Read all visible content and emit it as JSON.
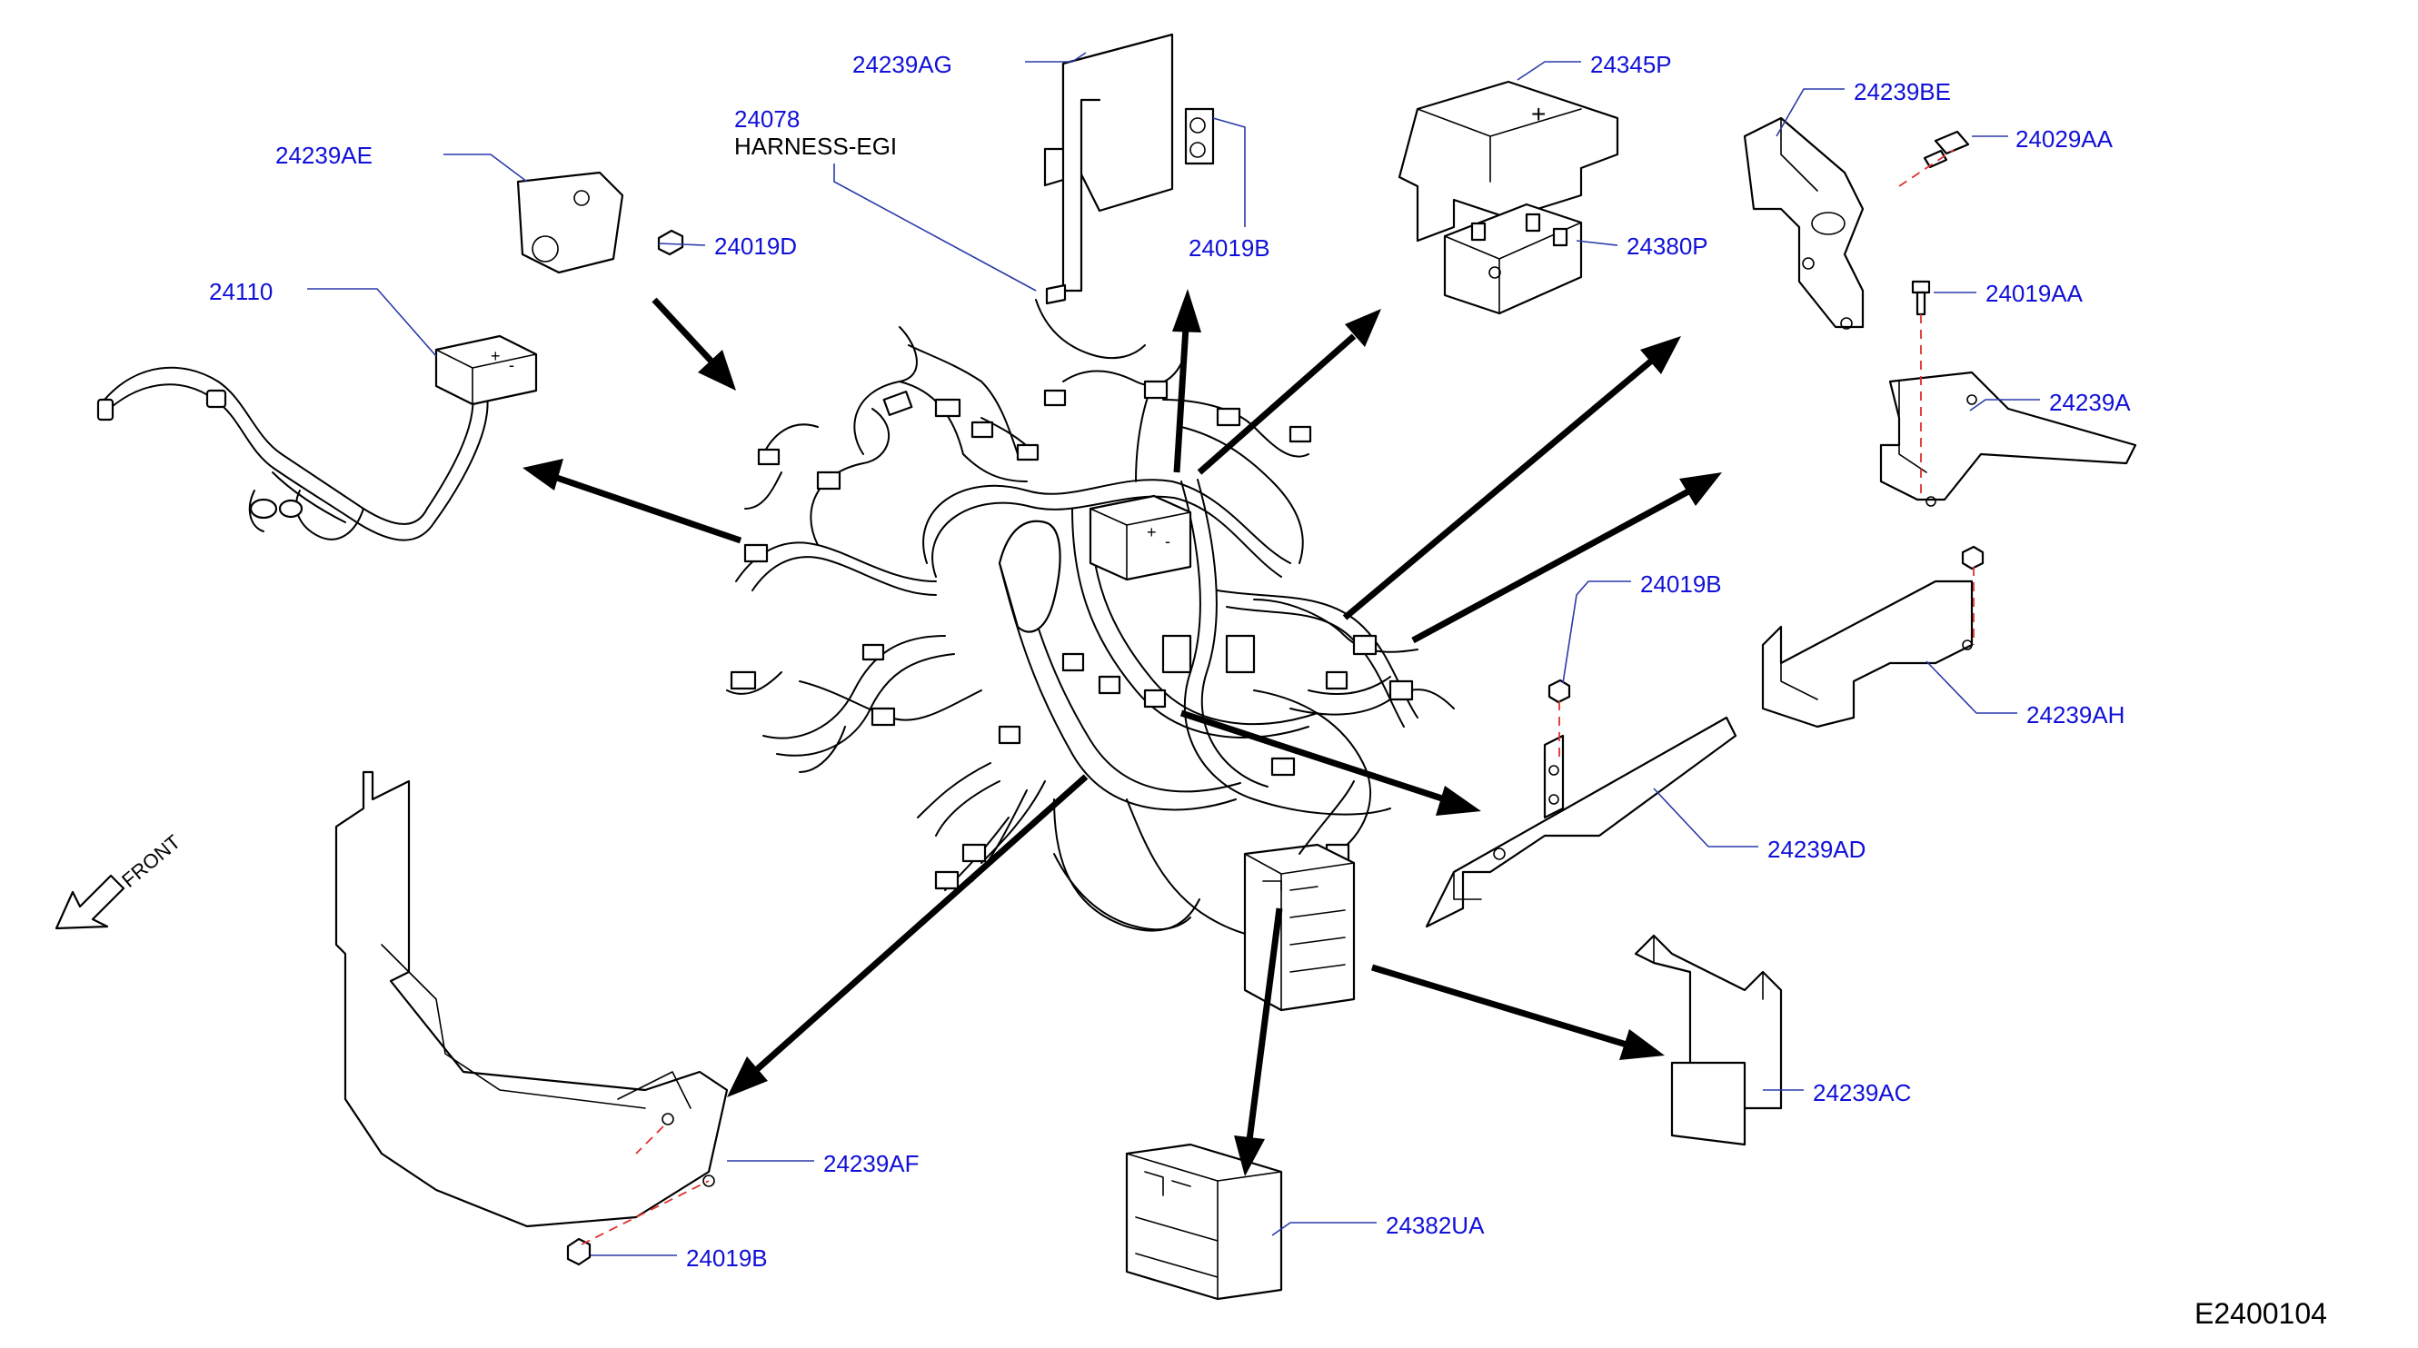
{
  "diagram": {
    "diagram_code": "E2400104",
    "direction_label": "FRONT",
    "callouts": [
      {
        "id": "24239AG",
        "text": "24239AG"
      },
      {
        "id": "24078",
        "text": "24078"
      },
      {
        "id": "harness-egi",
        "text": "HARNESS-EGI"
      },
      {
        "id": "24239AE",
        "text": "24239AE"
      },
      {
        "id": "24019D",
        "text": "24019D"
      },
      {
        "id": "24110",
        "text": "24110"
      },
      {
        "id": "24019B-top",
        "text": "24019B"
      },
      {
        "id": "24345P",
        "text": "24345P"
      },
      {
        "id": "24380P",
        "text": "24380P"
      },
      {
        "id": "24239BE",
        "text": "24239BE"
      },
      {
        "id": "24029AA",
        "text": "24029AA"
      },
      {
        "id": "24019AA",
        "text": "24019AA"
      },
      {
        "id": "24239A",
        "text": "24239A"
      },
      {
        "id": "24019B-mid",
        "text": "24019B"
      },
      {
        "id": "24239AH",
        "text": "24239AH"
      },
      {
        "id": "24239AD",
        "text": "24239AD"
      },
      {
        "id": "24239AC",
        "text": "24239AC"
      },
      {
        "id": "24239AF",
        "text": "24239AF"
      },
      {
        "id": "24382UA",
        "text": "24382UA"
      },
      {
        "id": "24019B-bottom",
        "text": "24019B"
      }
    ]
  }
}
